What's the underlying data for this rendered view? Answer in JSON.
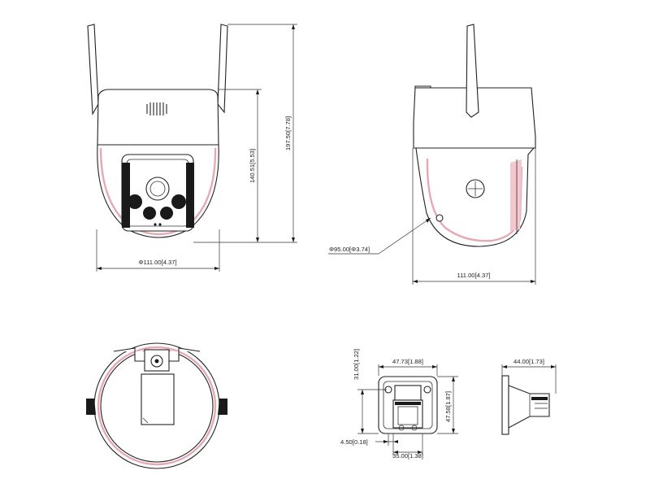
{
  "dimensions": {
    "front_width": "Φ111.00[4.37]",
    "front_height_body": "140.51[5.53]",
    "front_height_total": "197.50[7.78]",
    "side_diameter": "Φ95.00[Φ3.74]",
    "side_width": "111.00[4.37]",
    "bracket_width": "47.73[1.88]",
    "bracket_top_offset": "31.00[1.22]",
    "bracket_height": "47.58[1.87]",
    "bracket_slot_offset": "4.50[0.18]",
    "bracket_slot_width": "35.00[1.38]",
    "bracket_depth": "44.00[1.73]"
  },
  "colors": {
    "line": "#222222",
    "accent_pink": "#e6a9b4"
  }
}
